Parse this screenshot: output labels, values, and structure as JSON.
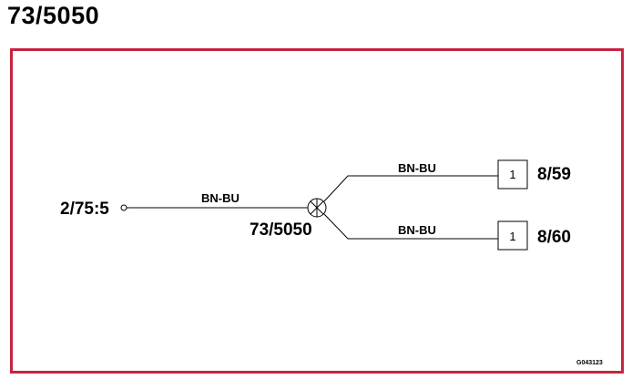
{
  "title": "73/5050",
  "diagram": {
    "source_label": "2/75:5",
    "splice_label": "73/5050",
    "wire_main": "BN-BU",
    "wire_upper": "BN-BU",
    "wire_lower": "BN-BU",
    "connector_upper": {
      "pin": "1",
      "label": "8/59"
    },
    "connector_lower": {
      "pin": "1",
      "label": "8/60"
    },
    "reference": "G043123",
    "colors": {
      "frame": "#c8233f",
      "line": "#000000"
    }
  }
}
